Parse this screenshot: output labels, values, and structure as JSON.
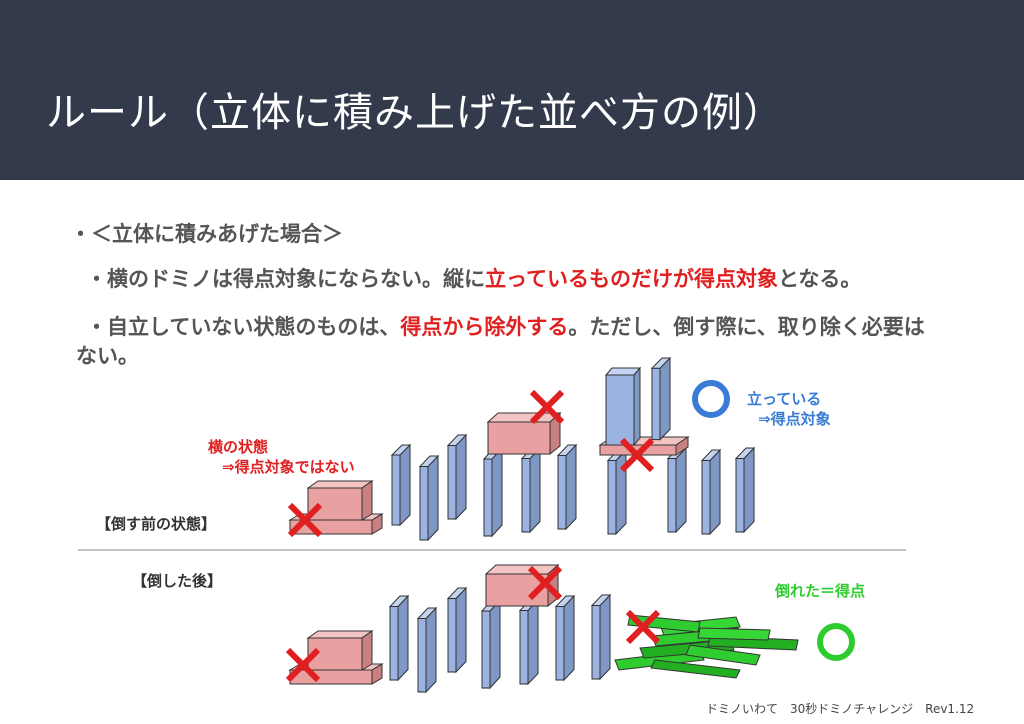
{
  "slide": {
    "title": "ルール（立体に積み上げた並べ方の例）",
    "bullet1": "・＜立体に積みあげた場合＞",
    "bullet2_a": "・横のドミノは得点対象にならない。縦に",
    "bullet2_b": "立っているものだけが得点対象",
    "bullet2_c": "となる。",
    "bullet3_a": "・自立していない状態のものは、",
    "bullet3_b": "得点から除外する",
    "bullet3_c": "。ただし、倒す際に、取り除く必要は",
    "bullet3_d": "ない。"
  },
  "diagram": {
    "before_label": "【倒す前の状態】",
    "after_label": "【倒した後】",
    "horizontal_label_1": "横の状態",
    "horizontal_label_2": "⇒得点対象ではない",
    "standing_label_1": "立っている",
    "standing_label_2": "⇒得点対象",
    "fallen_label": "倒れた＝得点",
    "colors": {
      "standing_domino": "#9bb3e0",
      "horizontal_domino": "#e8a0a0",
      "fallen_domino": "#2ecc2e",
      "cross": "#e02020",
      "circle_blue": "#3a7bd5",
      "circle_green": "#2ecc2e"
    }
  },
  "footer": {
    "text": "ドミノいわて　30秒ドミノチャレンジ　Rev1.12"
  }
}
